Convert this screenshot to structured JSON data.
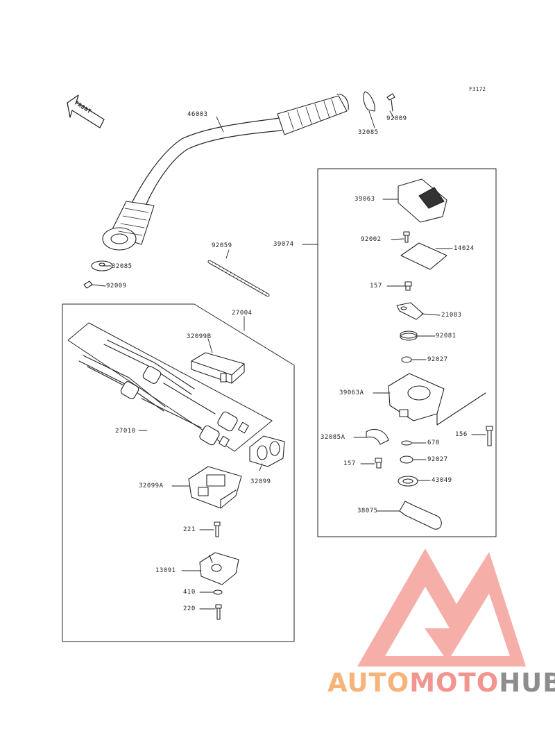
{
  "diagram": {
    "figure_code": "F3172",
    "front_label": "FRONT",
    "labels": [
      {
        "id": "46003",
        "text": "46003"
      },
      {
        "id": "32085-top",
        "text": "32085"
      },
      {
        "id": "92009-top",
        "text": "92009"
      },
      {
        "id": "32085-left",
        "text": "32085"
      },
      {
        "id": "92009-left",
        "text": "92009"
      },
      {
        "id": "92059",
        "text": "92059"
      },
      {
        "id": "27004",
        "text": "27004"
      },
      {
        "id": "32099B",
        "text": "32099B"
      },
      {
        "id": "27010",
        "text": "27010"
      },
      {
        "id": "32099",
        "text": "32099"
      },
      {
        "id": "32099A",
        "text": "32099A"
      },
      {
        "id": "221",
        "text": "221"
      },
      {
        "id": "13091",
        "text": "13091"
      },
      {
        "id": "410",
        "text": "410"
      },
      {
        "id": "220",
        "text": "220"
      },
      {
        "id": "39063",
        "text": "39063"
      },
      {
        "id": "39074",
        "text": "39074"
      },
      {
        "id": "92002",
        "text": "92002"
      },
      {
        "id": "14024",
        "text": "14024"
      },
      {
        "id": "157-a",
        "text": "157"
      },
      {
        "id": "21083",
        "text": "21083"
      },
      {
        "id": "92081",
        "text": "92081"
      },
      {
        "id": "92027-a",
        "text": "92027"
      },
      {
        "id": "39063A",
        "text": "39063A"
      },
      {
        "id": "156",
        "text": "156"
      },
      {
        "id": "32085A",
        "text": "32085A"
      },
      {
        "id": "670",
        "text": "670"
      },
      {
        "id": "157-b",
        "text": "157"
      },
      {
        "id": "92027-b",
        "text": "92027"
      },
      {
        "id": "43049",
        "text": "43049"
      },
      {
        "id": "38075",
        "text": "38075"
      }
    ]
  },
  "watermark": {
    "part1": "AUTO",
    "part2": "MOTO",
    "part3": "HUB",
    "color1": "#f6b37a",
    "color2": "#f2958f",
    "color3": "#8d8d8d",
    "logo_color": "#f4a29a"
  }
}
